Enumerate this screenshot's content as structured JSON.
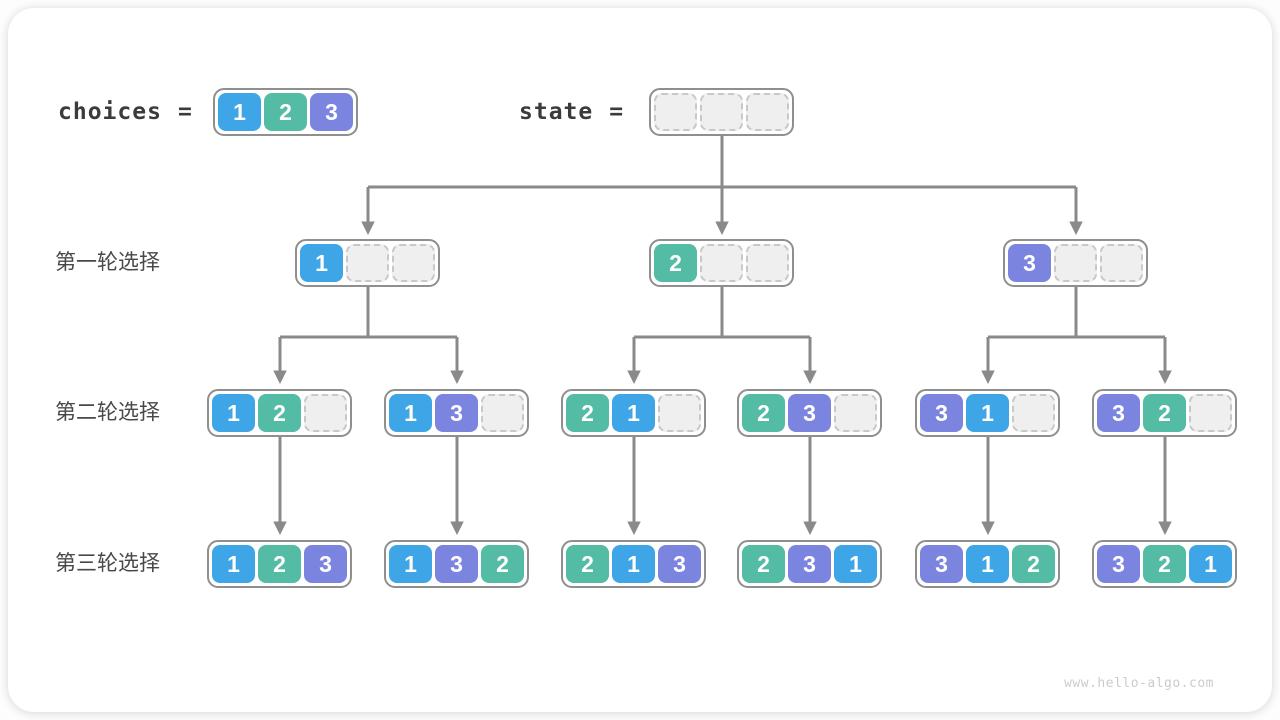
{
  "header": {
    "choices_label": "choices",
    "state_label": "state",
    "equals": "=",
    "choices_cells": [
      "1",
      "2",
      "3"
    ],
    "state_cells": [
      "",
      "",
      ""
    ]
  },
  "rows": [
    {
      "label": "第一轮选择",
      "nodes": [
        [
          "1",
          "",
          ""
        ],
        [
          "2",
          "",
          ""
        ],
        [
          "3",
          "",
          ""
        ]
      ]
    },
    {
      "label": "第二轮选择",
      "nodes": [
        [
          "1",
          "2",
          ""
        ],
        [
          "1",
          "3",
          ""
        ],
        [
          "2",
          "1",
          ""
        ],
        [
          "2",
          "3",
          ""
        ],
        [
          "3",
          "1",
          ""
        ],
        [
          "3",
          "2",
          ""
        ]
      ]
    },
    {
      "label": "第三轮选择",
      "nodes": [
        [
          "1",
          "2",
          "3"
        ],
        [
          "1",
          "3",
          "2"
        ],
        [
          "2",
          "1",
          "3"
        ],
        [
          "2",
          "3",
          "1"
        ],
        [
          "3",
          "1",
          "2"
        ],
        [
          "3",
          "2",
          "1"
        ]
      ]
    }
  ],
  "colors": {
    "value_1": "#3EA6E6",
    "value_2": "#54BBA4",
    "value_3": "#7B85E0",
    "empty_cell_fill": "#efefef",
    "empty_cell_border": "#c8c8c8",
    "box_border": "#8f8f8f",
    "connector_line": "#8a8a8a",
    "label_text": "#3b3b3b"
  },
  "footer": {
    "watermark": "www.hello-algo.com"
  }
}
